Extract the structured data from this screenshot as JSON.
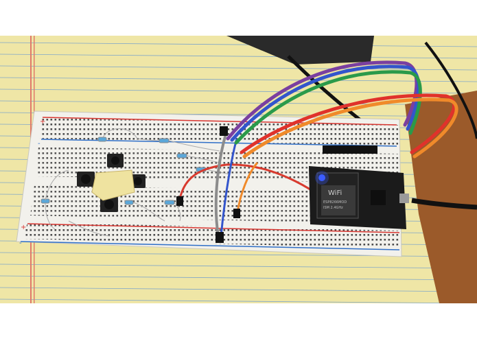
{
  "photo": {
    "subject": "breadboard-circuit",
    "colors": {
      "paper": "#efe6a6",
      "paper_line": "#7fa6c9",
      "margin_line": "#e07a6a",
      "desk": "#9b5a2a",
      "board": "#f2f1ec",
      "rail_red": "#d8342f",
      "rail_blue": "#2f6fc8",
      "mcu": "#1b1b1b",
      "led": "#3b5cff",
      "ribbon": [
        "#7a3fa0",
        "#3355cc",
        "#2a9a4a",
        "#e0322b",
        "#f08a2a"
      ]
    },
    "rail_signs": [
      "+",
      "-",
      "+",
      "-"
    ],
    "module_text": {
      "wifi_logo": "WiFi",
      "module_line_1": "ESP8266MOD",
      "module_line_2": "ISM 2.4GHz"
    }
  }
}
